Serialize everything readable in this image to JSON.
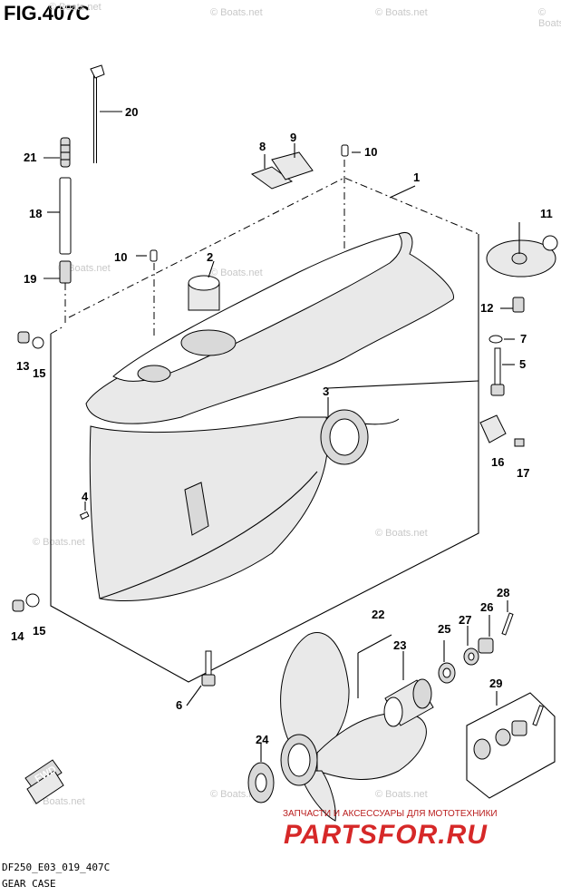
{
  "header": {
    "title": "FIG.407C"
  },
  "footer": {
    "code": "DF250_E03_019_407C",
    "name": "GEAR CASE"
  },
  "watermark": {
    "text": "© Boats.net"
  },
  "promo": {
    "text": "ЗАПЧАСТИ И АКСЕССУАРЫ ДЛЯ МОТОТЕХНИКИ",
    "logo": "PARTSFOR.RU",
    "color": "#d62828"
  },
  "fwd_tag": {
    "text": "FWD"
  },
  "callouts": [
    "1",
    "2",
    "3",
    "4",
    "5",
    "6",
    "7",
    "8",
    "9",
    "10",
    "10",
    "11",
    "12",
    "13",
    "14",
    "15",
    "15",
    "16",
    "17",
    "18",
    "19",
    "20",
    "21",
    "22",
    "23",
    "24",
    "25",
    "26",
    "27",
    "28",
    "29"
  ]
}
